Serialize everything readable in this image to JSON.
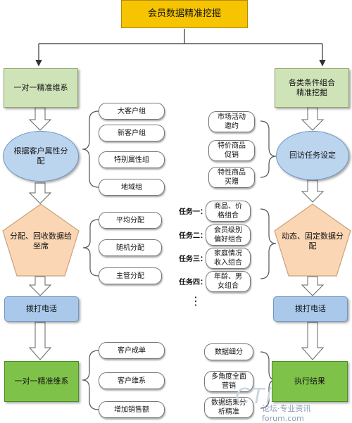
{
  "title": "会员数据精准挖掘",
  "left": {
    "header": "一对一精准维系",
    "ellipse": "根据客户属性分配",
    "group_items": [
      "大客户组",
      "新客户组",
      "特别属性组",
      "地域组"
    ],
    "pentagon": "分配、回收数据给坐席",
    "assign_items": [
      "平均分配",
      "随机分配",
      "主管分配"
    ],
    "call": "拨打电话",
    "result": "一对一精准维系",
    "result_items": [
      "客户成单",
      "客户维系",
      "增加销售额"
    ]
  },
  "right": {
    "header": "各类条件组合精准挖掘",
    "ellipse": "回访任务设定",
    "activity_items": [
      "市场活动邀约",
      "特价商品促销",
      "特性商品买赠"
    ],
    "pentagon": "动态、固定数据分配",
    "tasks": [
      {
        "label": "任务一：",
        "text": "商品、价格组合"
      },
      {
        "label": "任务二：",
        "text": "会员级别偏好组合"
      },
      {
        "label": "任务三：",
        "text": "家庭情况收入组合"
      },
      {
        "label": "任务四：",
        "text": "年龄、男女组合"
      }
    ],
    "ellipsis": "⋮",
    "call": "拨打电话",
    "result": "执行结果",
    "result_items": [
      "数据细分",
      "多角度全面营销",
      "数据结果分析精准"
    ]
  },
  "watermark": {
    "logo": "CTi",
    "text": "论坛·专业资讯 forum.com"
  },
  "colors": {
    "title": "#f6c400",
    "header_green": "#cfe3b8",
    "result_green": "#7fc24a",
    "blue": "#a9c8ea",
    "pentagon": "#fbd6b4"
  }
}
